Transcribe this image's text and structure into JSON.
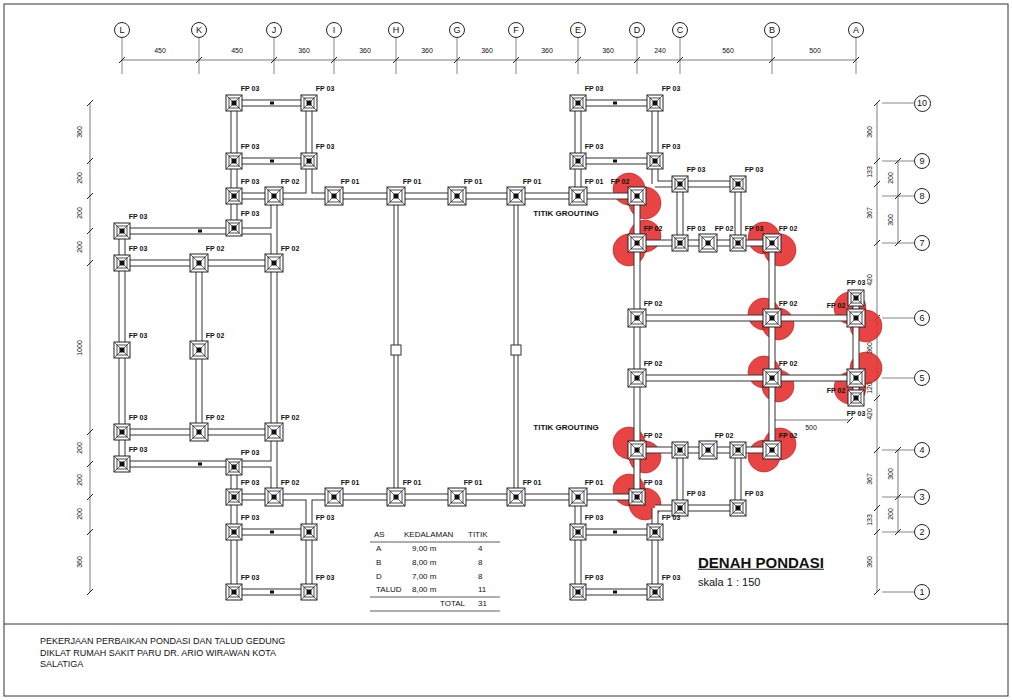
{
  "diagram": {
    "title": "DENAH PONDASI",
    "nodes": [
      {
        "text": [
          "L"
        ]
      },
      {
        "text": [
          "K"
        ]
      },
      {
        "text": [
          "J"
        ]
      },
      {
        "text": [
          "I"
        ]
      },
      {
        "text": [
          "H"
        ]
      },
      {
        "text": [
          "G"
        ]
      },
      {
        "text": [
          "F"
        ]
      },
      {
        "text": [
          "E"
        ]
      },
      {
        "text": [
          "D"
        ]
      },
      {
        "text": [
          "C"
        ]
      },
      {
        "text": [
          "B"
        ]
      },
      {
        "text": [
          "A"
        ]
      },
      {
        "text": [
          "10"
        ]
      },
      {
        "text": [
          "9"
        ]
      },
      {
        "text": [
          "8"
        ]
      },
      {
        "text": [
          "7"
        ]
      },
      {
        "text": [
          "6"
        ]
      },
      {
        "text": [
          "5"
        ]
      },
      {
        "text": [
          "4"
        ]
      },
      {
        "text": [
          "3"
        ]
      },
      {
        "text": [
          "2"
        ]
      },
      {
        "text": [
          "1"
        ]
      }
    ],
    "labels": [
      "450",
      "450",
      "360",
      "360",
      "360",
      "360",
      "360",
      "360",
      "240",
      "560",
      "500",
      "360",
      "200",
      "200",
      "200",
      "1000",
      "200",
      "200",
      "200",
      "360",
      "360",
      "133",
      "367",
      "420",
      "360",
      "120",
      "420",
      "367",
      "133",
      "360",
      "200",
      "300",
      "300",
      "200",
      "500",
      "FP 03",
      "FP 03",
      "FP 03",
      "FP 03",
      "FP 03",
      "FP 03",
      "FP 03",
      "FP 03",
      "FP 03",
      "FP 03",
      "FP 03",
      "FP 02",
      "FP 01",
      "FP 01",
      "FP 01",
      "FP 01",
      "FP 01",
      "FP 02",
      "FP 03",
      "FP 03",
      "FP 02",
      "FP 03",
      "FP 02",
      "FP 03",
      "FP 02",
      "FP 03",
      "FP 02",
      "FP 02",
      "FP 03",
      "FP 02",
      "FP 02",
      "FP 02",
      "FP 03",
      "FP 02",
      "FP 02",
      "FP 02",
      "FP 02",
      "FP 03",
      "FP 03",
      "FP 02",
      "FP 02",
      "FP 02",
      "FP 02",
      "FP 02",
      "FP 03",
      "FP 03",
      "FP 03",
      "FP 02",
      "FP 01",
      "FP 01",
      "FP 01",
      "FP 01",
      "FP 01",
      "FP 03",
      "FP 03",
      "FP 03",
      "FP 03",
      "FP 03",
      "FP 03",
      "FP 03",
      "FP 03",
      "FP 03",
      "FP 03",
      "FP 03",
      "TITIK GROUTING",
      "TITIK GROUTING",
      "AS",
      "KEDALAMAN",
      "TITIK",
      "A",
      "9,00 m",
      "4",
      "B",
      "8,00 m",
      "8",
      "D",
      "7,00 m",
      "8",
      "TALUD",
      "8,00 m",
      "11",
      "TOTAL",
      "31",
      "skala 1 : 150",
      "PEKERJAAN PERBAIKAN PONDASI DAN TALUD GEDUNG DIKLAT RUMAH SAKIT PARU DR. ARIO WIRAWAN KOTA SALATIGA"
    ]
  }
}
